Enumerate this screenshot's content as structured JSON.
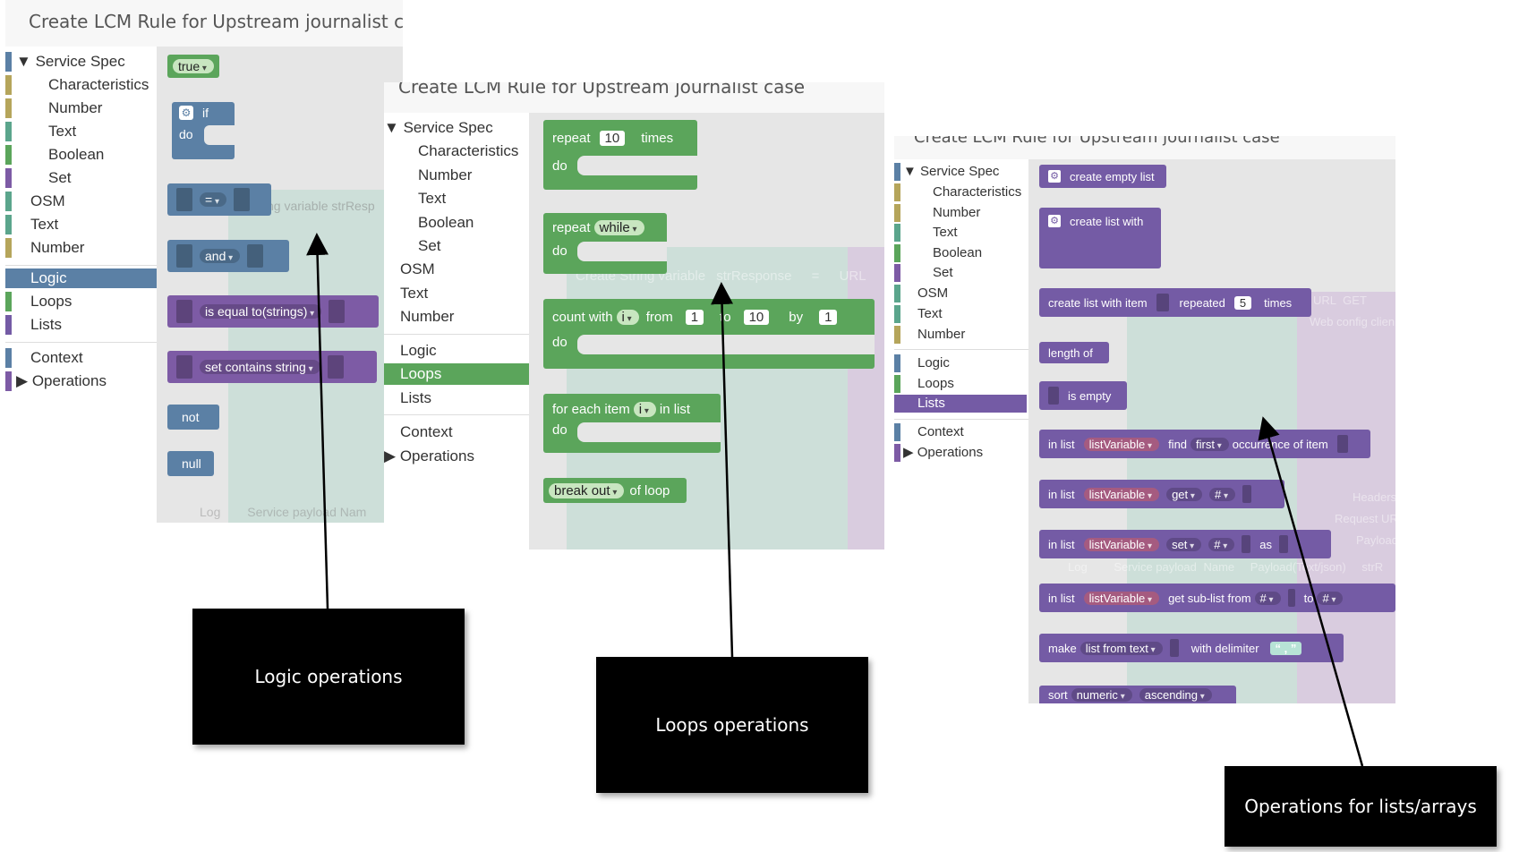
{
  "panel_title": "Create LCM Rule for Upstream journalist case",
  "toolbox": {
    "service_spec": "Service Spec",
    "characteristics": "Characteristics",
    "number": "Number",
    "text": "Text",
    "boolean": "Boolean",
    "set": "Set",
    "osm": "OSM",
    "logic": "Logic",
    "loops": "Loops",
    "lists": "Lists",
    "context": "Context",
    "operations": "Operations"
  },
  "colors": {
    "logic": "#5b80a5",
    "loops": "#5ba55b",
    "lists": "#745ba5",
    "service_spec": "#b5a55b",
    "text": "#5ba58c",
    "set": "#7d5ba5"
  },
  "logic_panel": {
    "true_block": "true",
    "if_label": "if",
    "do_label": "do",
    "eq_op": "=",
    "and_op": "and",
    "is_equal": "is equal to(strings)",
    "set_contains": "set contains string",
    "not_label": "not",
    "null_label": "null",
    "ghost_var": "String variable",
    "ghost_var_name": "strResp",
    "ghost_log": "Log",
    "ghost_payload": "Service payload",
    "ghost_name": "Nam"
  },
  "loops_panel": {
    "repeat": "repeat",
    "times": "times",
    "repeat_count": "10",
    "do": "do",
    "while": "while",
    "count_with": "count with",
    "var_i": "i",
    "from": "from",
    "from_value": "1",
    "to": "to",
    "to_value": "10",
    "by": "by",
    "by_value": "1",
    "for_each_item": "for each item",
    "in_list": "in list",
    "break_out": "break out",
    "of_loop": "of loop",
    "ghost_create": "Create String variable",
    "ghost_var": "strResponse",
    "ghost_url": "URL",
    "ghost_eq": "="
  },
  "lists_panel": {
    "create_empty_list": "create empty list",
    "create_list_with": "create list with",
    "create_list_with_item": "create list with item",
    "repeated": "repeated",
    "repeated_value": "5",
    "times": "times",
    "length_of": "length of",
    "is_empty": "is empty",
    "in_list": "in list",
    "list_variable": "listVariable",
    "find": "find",
    "first": "first",
    "occurrence_of_item": "occurrence of item",
    "get": "get",
    "hash": "#",
    "set": "set",
    "as": "as",
    "get_sub_list_from": "get sub-list from",
    "to": "to",
    "make": "make",
    "list_from_text": "list from text",
    "with_delimiter": "with delimiter",
    "delimiter_value": "“ , ”",
    "sort": "sort",
    "numeric": "numeric",
    "ascending": "ascending",
    "ghost_url": "URL",
    "ghost_get": "GET",
    "ghost_web": "Web config clien",
    "ghost_headers": "Headers",
    "ghost_request": "Request URL",
    "ghost_payload": "Payload",
    "ghost_log": "Log",
    "ghost_service_payload": "Service payload",
    "ghost_name": "Name",
    "ghost_payload_text": "Payload(Text/json)",
    "ghost_str": "strR"
  },
  "callouts": {
    "logic": "Logic operations",
    "loops": "Loops operations",
    "lists": "Operations for lists/arrays"
  }
}
